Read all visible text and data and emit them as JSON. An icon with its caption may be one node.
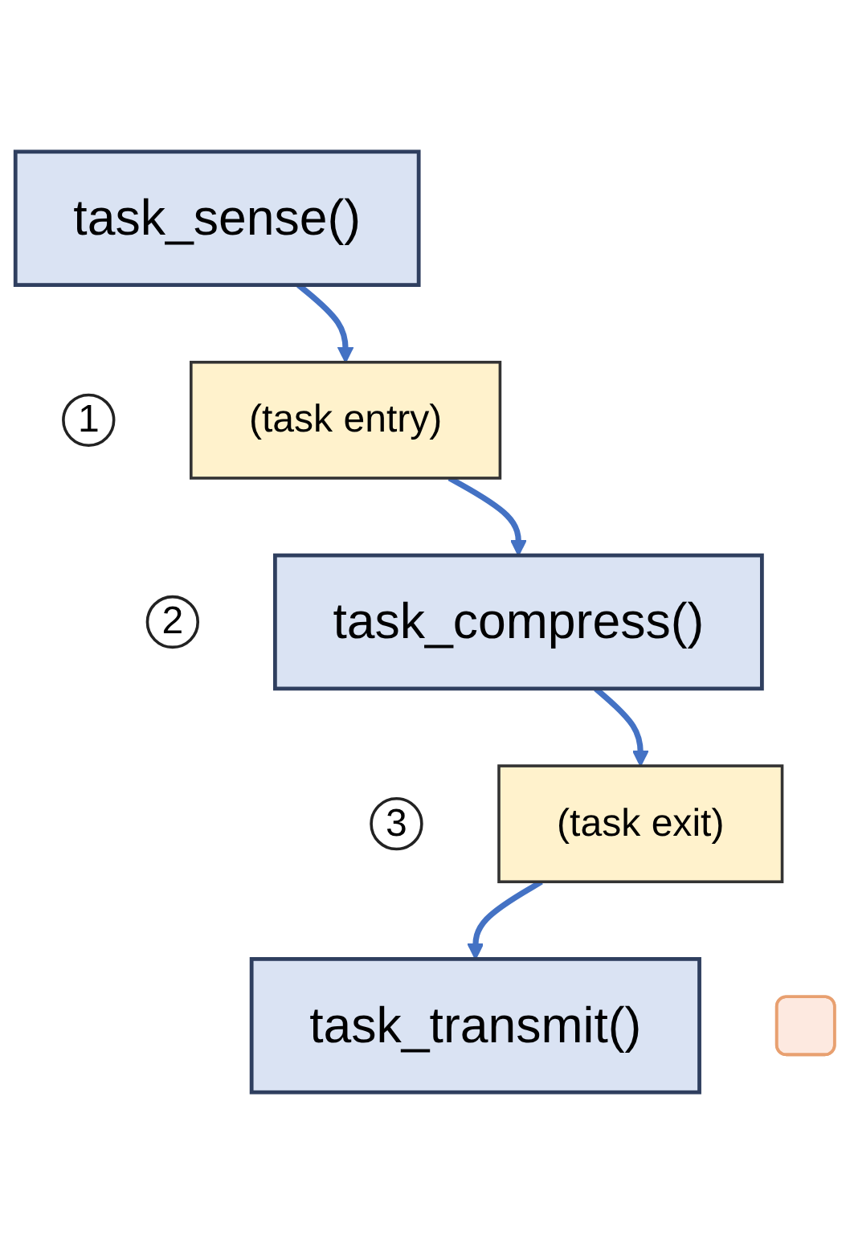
{
  "diagram": {
    "nodes": [
      {
        "text": [
          "task_sense()"
        ]
      },
      {
        "text": [
          "1"
        ]
      },
      {
        "text": [
          "(task entry)"
        ]
      },
      {
        "text": [
          "2"
        ]
      },
      {
        "text": [
          "task_compress()"
        ]
      },
      {
        "text": [
          "3"
        ]
      },
      {
        "text": [
          "(task exit)"
        ]
      },
      {
        "text": [],
        "shape": "box"
      },
      {
        "text": [
          "task_transmit()"
        ]
      }
    ],
    "edges": [
      {
        "from": 0,
        "to": 2,
        "arrow": "to"
      },
      {
        "from": 2,
        "to": 4,
        "arrow": "to"
      },
      {
        "from": 4,
        "to": 6,
        "arrow": "to"
      },
      {
        "from": 6,
        "to": 8,
        "arrow": "to"
      }
    ]
  }
}
